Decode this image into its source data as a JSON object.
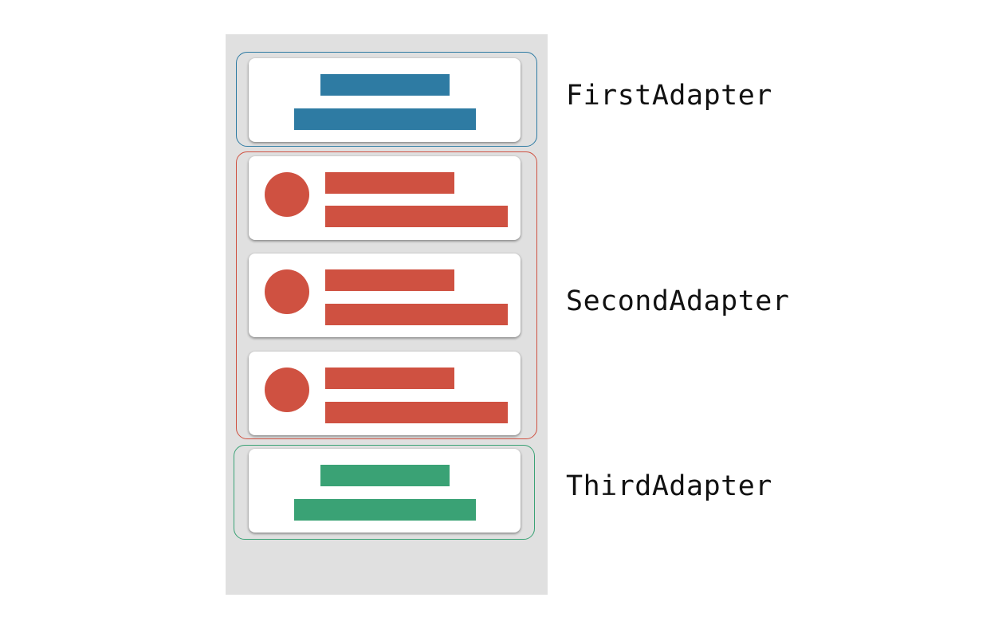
{
  "colors": {
    "first": "#2e7ba3",
    "second": "#cf5141",
    "third": "#3aa275",
    "background": "#e0e0e0",
    "card": "#ffffff"
  },
  "adapters": [
    {
      "label": "FirstAdapter"
    },
    {
      "label": "SecondAdapter"
    },
    {
      "label": "ThirdAdapter"
    }
  ]
}
